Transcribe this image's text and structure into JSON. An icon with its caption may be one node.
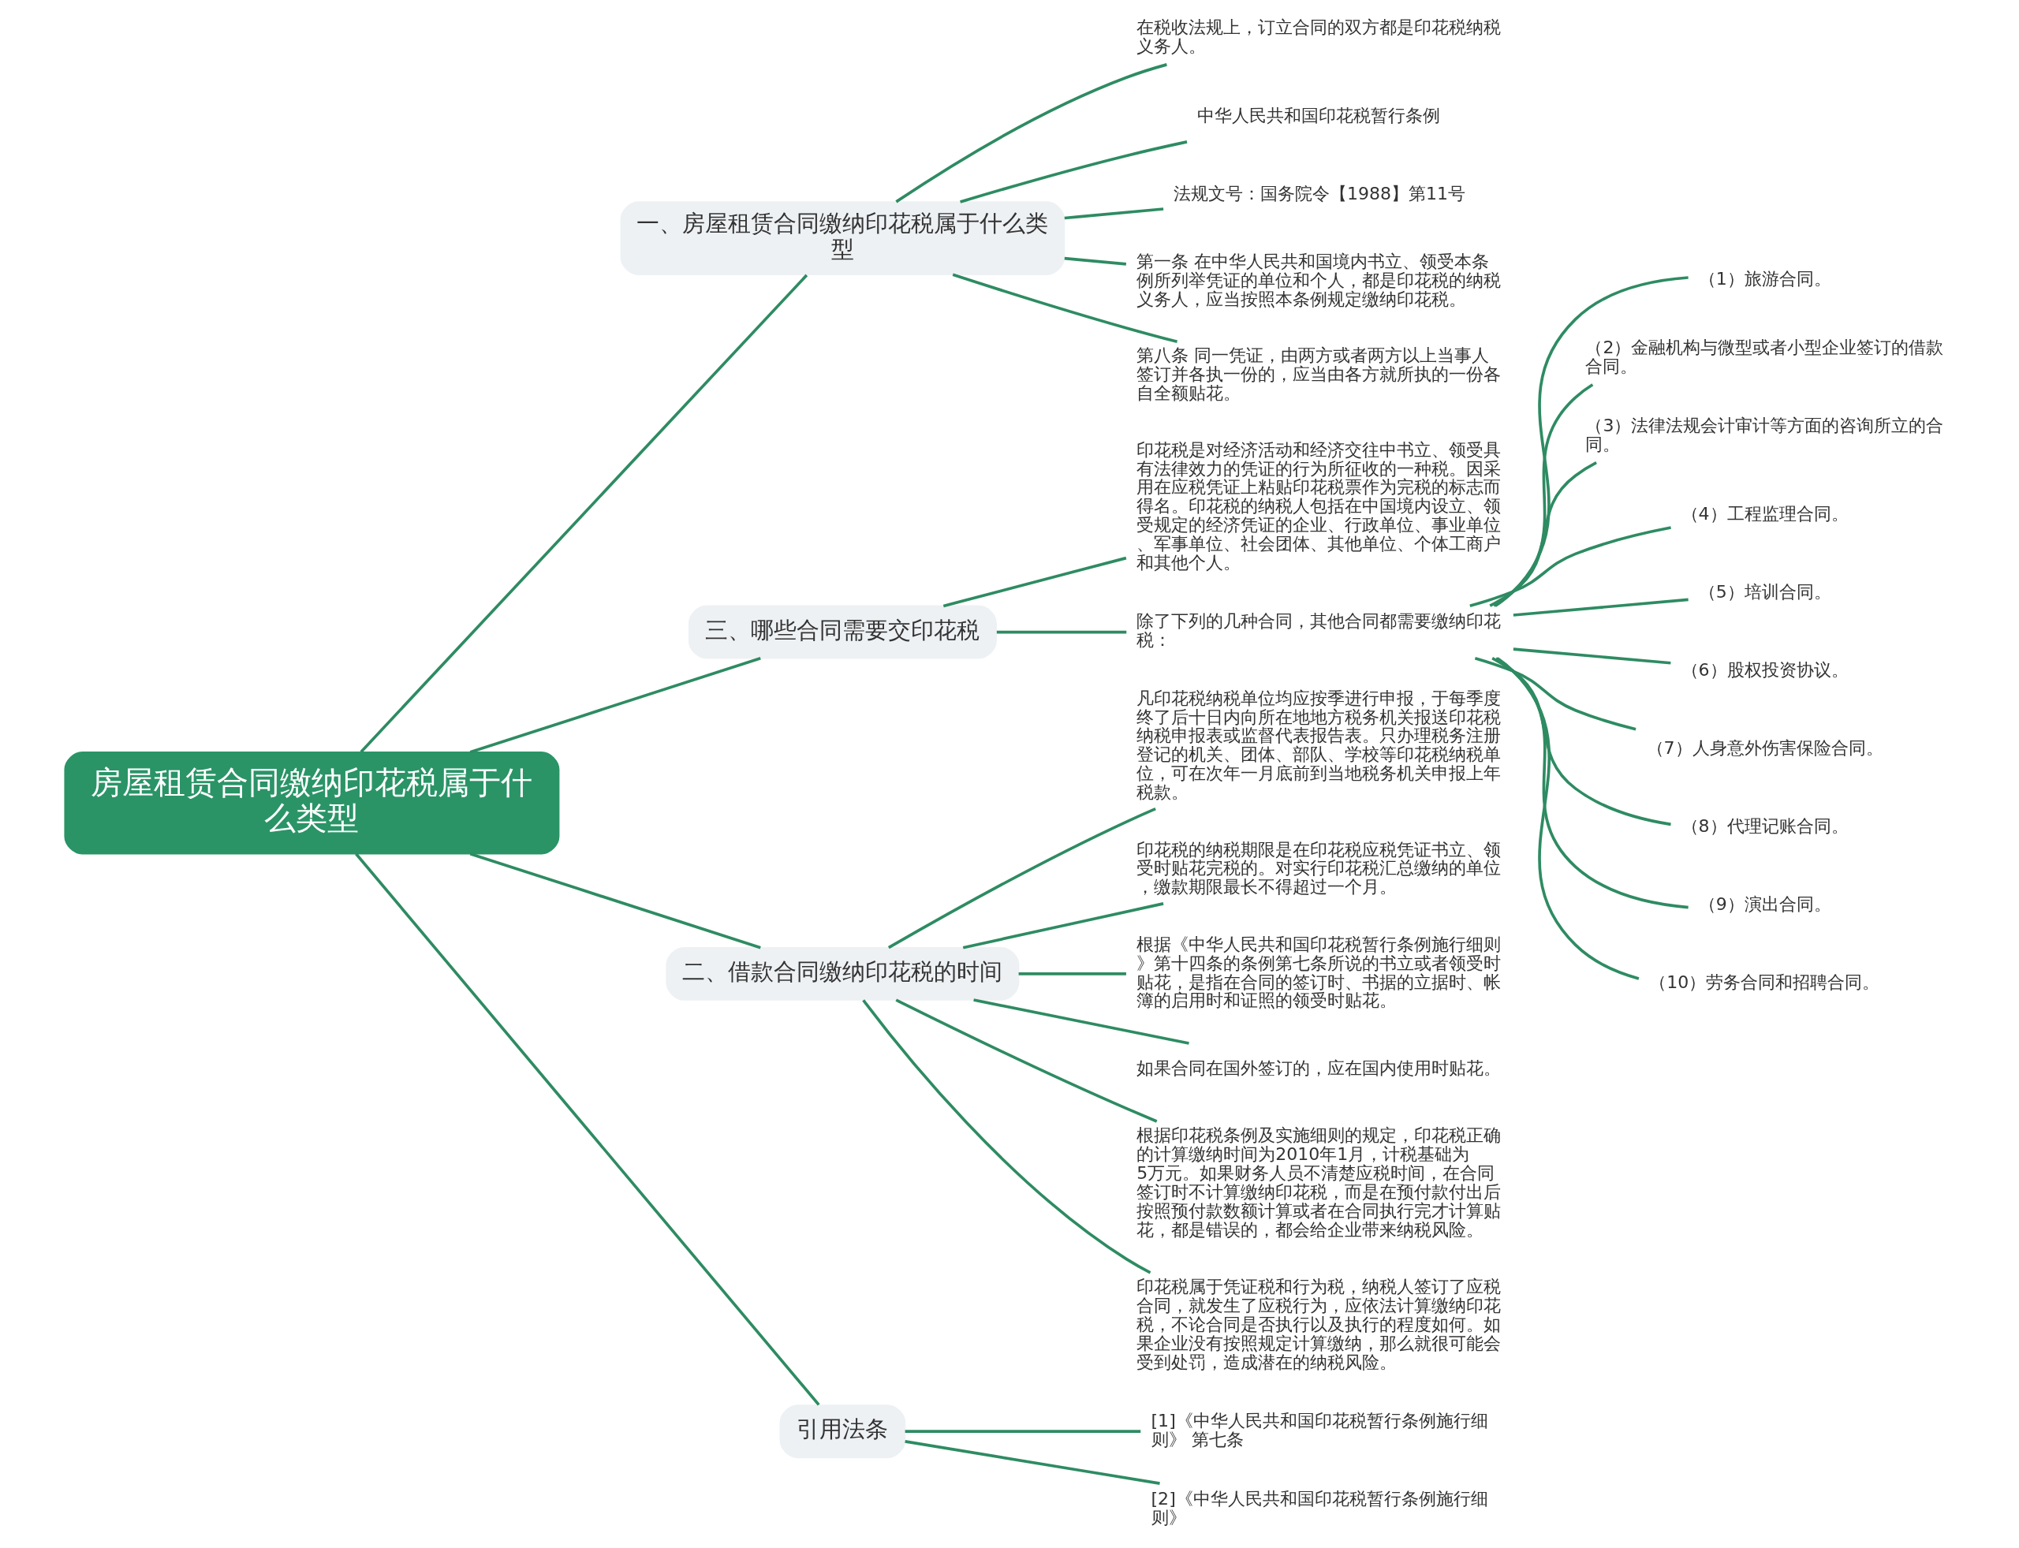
{
  "diagram": {
    "nodes": [
      {
        "text": [
          "房屋租赁合同缴纳印花税属于什么类型"
        ]
      },
      {
        "text": [
          "一、房屋租赁合同缴纳印花税属于什么类型"
        ]
      },
      {
        "text": [
          "在税收法规上，订立合同的双方都是印花税纳税义务人。"
        ]
      },
      {
        "text": [
          "中华人民共和国印花税暂行条例"
        ]
      },
      {
        "text": [
          "法规文号：国务院令【1988】第11号"
        ]
      },
      {
        "text": [
          "第一条 在中华人民共和国境内书立、领受本条例所列举凭证的单位和个人，都是印花税的纳税义务人，应当按照本条例规定缴纳印花税。"
        ]
      },
      {
        "text": [
          "第八条 同一凭证，由两方或者两方以上当事人签订并各执一份的，应当由各方就所执的一份各自全额贴花。"
        ]
      },
      {
        "text": [
          "三、哪些合同需要交印花税"
        ]
      },
      {
        "text": [
          "印花税是对经济活动和经济交往中书立、领受具有法律效力的凭证的行为所征收的一种税。因采用在应税凭证上粘贴印花税票作为完税的标志而得名。印花税的纳税人包括在中国境内设立、领受规定的经济凭证的企业、行政单位、事业单位、军事单位、社会团体、其他单位、个体工商户和其他个人。"
        ]
      },
      {
        "text": [
          "除了下列的几种合同，其他合同都需要缴纳印花税："
        ]
      },
      {
        "text": [
          "（1）旅游合同。"
        ]
      },
      {
        "text": [
          "（2）金融机构与微型或者小型企业签订的借款合同。"
        ]
      },
      {
        "text": [
          "（3）法律法规会计审计等方面的咨询所立的合同。"
        ]
      },
      {
        "text": [
          "（4）工程监理合同。"
        ]
      },
      {
        "text": [
          "（5）培训合同。"
        ]
      },
      {
        "text": [
          "（6）股权投资协议。"
        ]
      },
      {
        "text": [
          "（7）人身意外伤害保险合同。"
        ]
      },
      {
        "text": [
          "（8）代理记账合同。"
        ]
      },
      {
        "text": [
          "（9）演出合同。"
        ]
      },
      {
        "text": [
          "（10）劳务合同和招聘合同。"
        ]
      },
      {
        "text": [
          "二、借款合同缴纳印花税的时间"
        ]
      },
      {
        "text": [
          "凡印花税纳税单位均应按季进行申报，于每季度终了后十日内向所在地地方税务机关报送印花税纳税申报表或监督代表报告表。只办理税务注册登记的机关、团体、部队、学校等印花税纳税单位，可在次年一月底前到当地税务机关申报上年税款。"
        ]
      },
      {
        "text": [
          "印花税的纳税期限是在印花税应税凭证书立、领受时贴花完税的。对实行印花税汇总缴纳的单位，缴款期限最长不得超过一个月。"
        ]
      },
      {
        "text": [
          "根据《中华人民共和国印花税暂行条例施行细则》第十四条的条例第七条所说的书立或者领受时贴花，是指在合同的签订时、书据的立据时、帐簿的启用时和证照的领受时贴花。"
        ]
      },
      {
        "text": [
          "如果合同在国外签订的，应在国内使用时贴花。"
        ]
      },
      {
        "text": [
          "根据印花税条例及实施细则的规定，印花税正确的计算缴纳时间为2010年1月，计税基础为5万元。如果财务人员不清楚应税时间，在合同签订时不计算缴纳印花税，而是在预付款付出后按照预付款数额计算或者在合同执行完才计算贴花，都是错误的，都会给企业带来纳税风险。"
        ]
      },
      {
        "text": [
          "印花税属于凭证税和行为税，纳税人签订了应税合同，就发生了应税行为，应依法计算缴纳印花税，不论合同是否执行以及执行的程度如何。如果企业没有按照规定计算缴纳，那么就很可能会受到处罚，造成潜在的纳税风险。"
        ]
      },
      {
        "text": [
          "引用法条"
        ]
      },
      {
        "text": [
          "[1]《中华人民共和国印花税暂行条例施行细则》 第七条"
        ]
      },
      {
        "text": [
          "[2]《中华人民共和国印花税暂行条例施行细则》"
        ]
      }
    ],
    "edges": [
      {
        "from": 0,
        "to": 1,
        "arrow": "none"
      },
      {
        "from": 1,
        "to": 2,
        "arrow": "none"
      },
      {
        "from": 1,
        "to": 3,
        "arrow": "none"
      },
      {
        "from": 1,
        "to": 4,
        "arrow": "none"
      },
      {
        "from": 1,
        "to": 5,
        "arrow": "none"
      },
      {
        "from": 1,
        "to": 6,
        "arrow": "none"
      },
      {
        "from": 0,
        "to": 7,
        "arrow": "none"
      },
      {
        "from": 7,
        "to": 8,
        "arrow": "none"
      },
      {
        "from": 7,
        "to": 9,
        "arrow": "none"
      },
      {
        "from": 9,
        "to": 10,
        "arrow": "none"
      },
      {
        "from": 9,
        "to": 11,
        "arrow": "none"
      },
      {
        "from": 9,
        "to": 12,
        "arrow": "none"
      },
      {
        "from": 9,
        "to": 13,
        "arrow": "none"
      },
      {
        "from": 9,
        "to": 14,
        "arrow": "none"
      },
      {
        "from": 9,
        "to": 15,
        "arrow": "none"
      },
      {
        "from": 9,
        "to": 16,
        "arrow": "none"
      },
      {
        "from": 9,
        "to": 17,
        "arrow": "none"
      },
      {
        "from": 9,
        "to": 18,
        "arrow": "none"
      },
      {
        "from": 9,
        "to": 19,
        "arrow": "none"
      },
      {
        "from": 0,
        "to": 20,
        "arrow": "none"
      },
      {
        "from": 20,
        "to": 21,
        "arrow": "none"
      },
      {
        "from": 20,
        "to": 22,
        "arrow": "none"
      },
      {
        "from": 20,
        "to": 23,
        "arrow": "none"
      },
      {
        "from": 20,
        "to": 24,
        "arrow": "none"
      },
      {
        "from": 20,
        "to": 25,
        "arrow": "none"
      },
      {
        "from": 20,
        "to": 26,
        "arrow": "none"
      },
      {
        "from": 0,
        "to": 27,
        "arrow": "none"
      },
      {
        "from": 27,
        "to": 28,
        "arrow": "none"
      },
      {
        "from": 27,
        "to": 29,
        "arrow": "none"
      }
    ]
  }
}
